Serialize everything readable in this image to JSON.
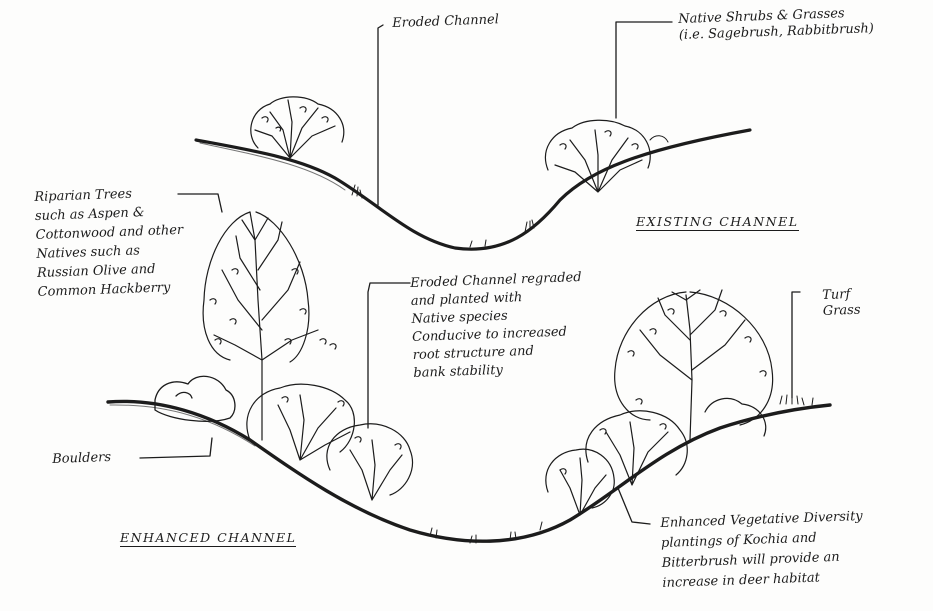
{
  "labels": {
    "eroded_channel": "Eroded Channel",
    "native_shrubs": [
      "Native Shrubs & Grasses",
      "(i.e. Sagebrush, Rabbitbrush)"
    ],
    "existing_channel": "EXISTING CHANNEL",
    "riparian_trees": [
      "Riparian Trees",
      "such as Aspen &",
      "Cottonwood and other",
      "Natives such as",
      "Russian Olive and",
      "Common Hackberry"
    ],
    "regraded": [
      "Eroded Channel regraded",
      "and planted with",
      "Native species",
      "Conducive to increased",
      "root structure and",
      "bank stability"
    ],
    "turf_grass": [
      "Turf",
      "Grass"
    ],
    "boulders": "Boulders",
    "enhanced_channel": "ENHANCED CHANNEL",
    "diversity": [
      "Enhanced Vegetative Diversity",
      "plantings of Kochia and",
      "Bitterbrush will provide an",
      "increase in deer habitat"
    ]
  },
  "colors": {
    "ink": "#1c1c1c",
    "paper": "#fdfdfc"
  }
}
